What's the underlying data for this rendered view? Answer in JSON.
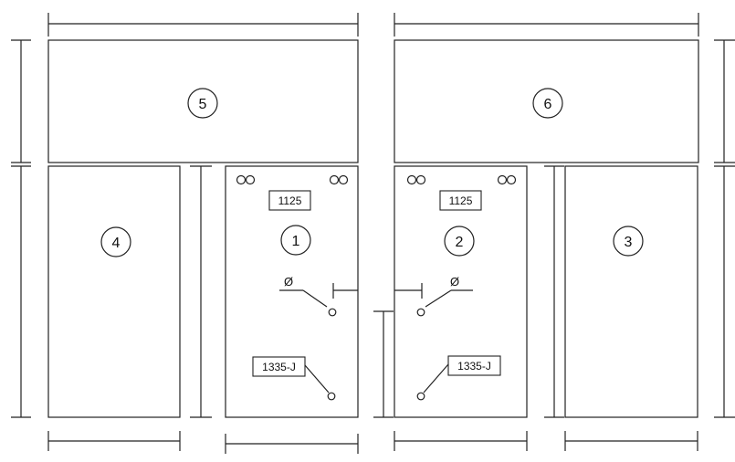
{
  "diagram": {
    "panel_numbers": {
      "p1": "1",
      "p2": "2",
      "p3": "3",
      "p4": "4",
      "p5": "5",
      "p6": "6"
    },
    "labels": {
      "p1_top": "1125",
      "p2_top": "1125",
      "p1_bottom": "1335-J",
      "p2_bottom": "1335-J",
      "p1_ground": "Ø",
      "p2_ground": "Ø"
    },
    "colors": {
      "line": "#222222",
      "background": "#ffffff"
    }
  }
}
